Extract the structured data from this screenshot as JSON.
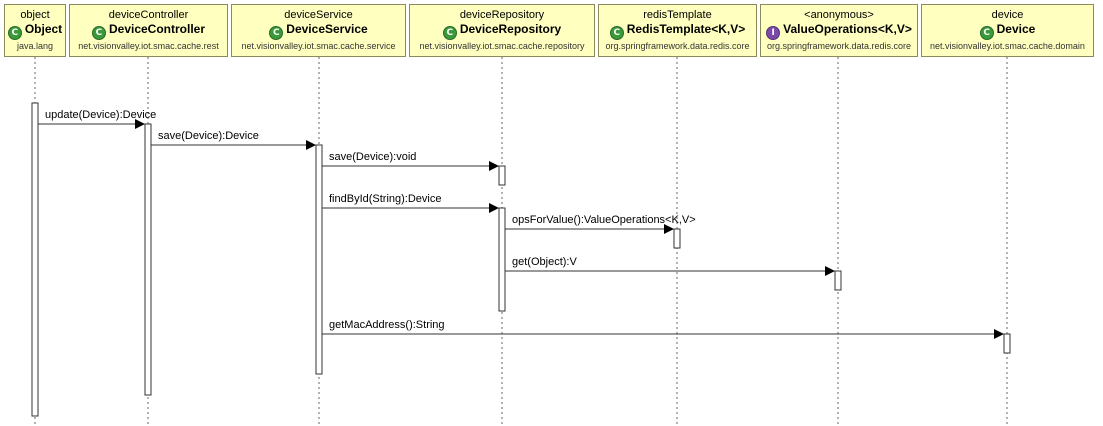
{
  "lifelines": [
    {
      "role": "object",
      "class": "Object",
      "package": "java.lang",
      "kind": "class"
    },
    {
      "role": "deviceController",
      "class": "DeviceController",
      "package": "net.visionvalley.iot.smac.cache.rest",
      "kind": "class"
    },
    {
      "role": "deviceService",
      "class": "DeviceService",
      "package": "net.visionvalley.iot.smac.cache.service",
      "kind": "class"
    },
    {
      "role": "deviceRepository",
      "class": "DeviceRepository",
      "package": "net.visionvalley.iot.smac.cache.repository",
      "kind": "class"
    },
    {
      "role": "redisTemplate",
      "class": "RedisTemplate<K,V>",
      "package": "org.springframework.data.redis.core",
      "kind": "class"
    },
    {
      "role": "<anonymous>",
      "class": "ValueOperations<K,V>",
      "package": "org.springframework.data.redis.core",
      "kind": "interface"
    },
    {
      "role": "device",
      "class": "Device",
      "package": "net.visionvalley.iot.smac.cache.domain",
      "kind": "class"
    }
  ],
  "messages": [
    {
      "label": "update(Device):Device",
      "from": 0,
      "to": 1
    },
    {
      "label": "save(Device):Device",
      "from": 1,
      "to": 2
    },
    {
      "label": "save(Device):void",
      "from": 2,
      "to": 3
    },
    {
      "label": "findById(String):Device",
      "from": 2,
      "to": 3
    },
    {
      "label": "opsForValue():ValueOperations<K,V>",
      "from": 3,
      "to": 4
    },
    {
      "label": "get(Object):V",
      "from": 3,
      "to": 5
    },
    {
      "label": "getMacAddress():String",
      "from": 2,
      "to": 6
    }
  ],
  "badges": {
    "class": "C",
    "interface": "I"
  },
  "colors": {
    "box_fill": "#ffffc0",
    "class_badge": "#3a9a3a",
    "interface_badge": "#7b4aa8"
  }
}
